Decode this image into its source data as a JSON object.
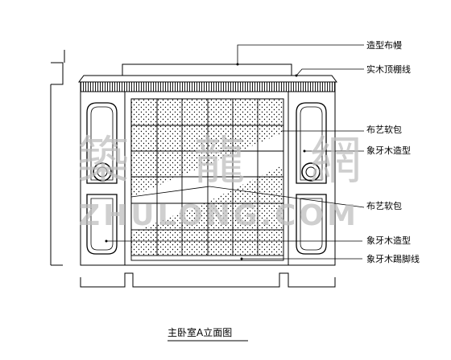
{
  "drawing": {
    "title": "主卧室A立面图",
    "labels": [
      {
        "id": "curtain_box",
        "text": "造型布幔"
      },
      {
        "id": "ceiling_line",
        "text": "实木顶棚线"
      },
      {
        "id": "fabric_upper",
        "text": "布艺软包"
      },
      {
        "id": "ivory_upper",
        "text": "象牙木造型"
      },
      {
        "id": "fabric_lower",
        "text": "布艺软包"
      },
      {
        "id": "ivory_lower",
        "text": "象牙木造型"
      },
      {
        "id": "skirting",
        "text": "象牙木踢脚线"
      }
    ]
  },
  "watermark": {
    "chinese": "築 龍 網",
    "latin": "ZHULONG.COM"
  }
}
